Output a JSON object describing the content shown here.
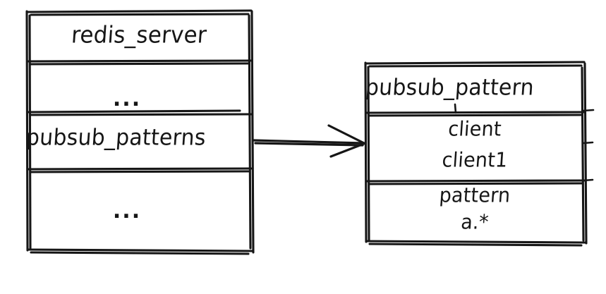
{
  "diagram": {
    "type": "uml-object-reference",
    "title_semantics": "redis pubsub_patterns pointing to a pubsub_pattern structure",
    "style": "hand-drawn sketch (excalidraw-like), black strokes on white background",
    "stroke_color": "#161616",
    "background_color": "#ffffff"
  },
  "left_box": {
    "name": "redis-server-struct",
    "header": "redis_server",
    "rows": [
      {
        "label": "...",
        "kind": "ellipsis"
      },
      {
        "label": "pubsub_patterns",
        "kind": "field"
      },
      {
        "label": "...",
        "kind": "ellipsis"
      }
    ]
  },
  "right_box": {
    "name": "pubsub-pattern-struct",
    "header": "pubsub_pattern",
    "rows": [
      {
        "field": "client",
        "value": "client1"
      },
      {
        "field": "pattern",
        "value": "a.*"
      }
    ]
  },
  "connector": {
    "name": "pubsub-patterns-to-pubsub-pattern-arrow",
    "from": "pubsub_patterns",
    "to": "pubsub_pattern",
    "arrowhead": "open-v"
  }
}
